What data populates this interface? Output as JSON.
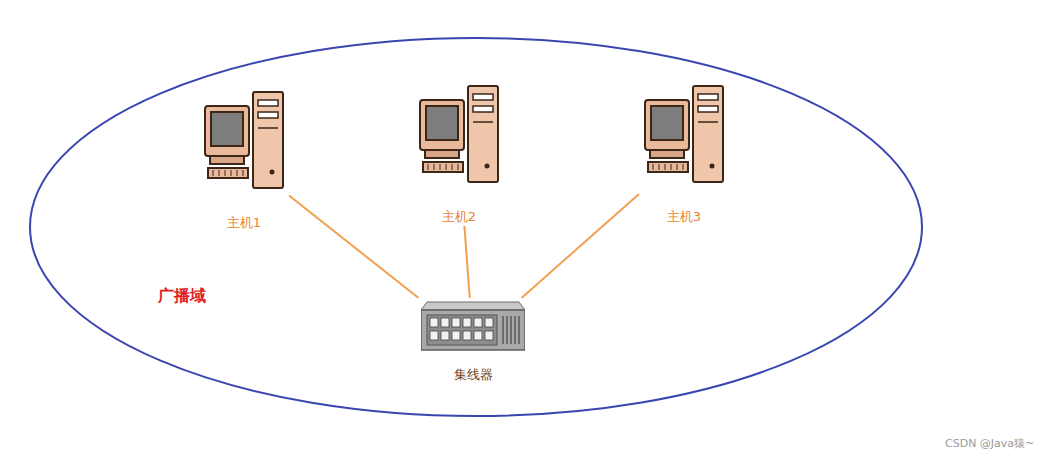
{
  "diagram": {
    "nodes": [
      {
        "text": [
          "广播域"
        ]
      },
      {
        "text": [
          "主机1"
        ],
        "in": 0
      },
      {
        "text": [
          "主机2"
        ],
        "in": 0
      },
      {
        "text": [
          "主机3"
        ],
        "in": 0
      },
      {
        "text": [
          "集线器"
        ],
        "in": 0
      }
    ],
    "edges": [
      {
        "from": 1,
        "to": 4,
        "arrow": "none"
      },
      {
        "from": 2,
        "to": 4,
        "arrow": "none"
      },
      {
        "from": 3,
        "to": 4,
        "arrow": "none"
      }
    ],
    "labels": [
      "CSDN @Java猿~"
    ]
  }
}
